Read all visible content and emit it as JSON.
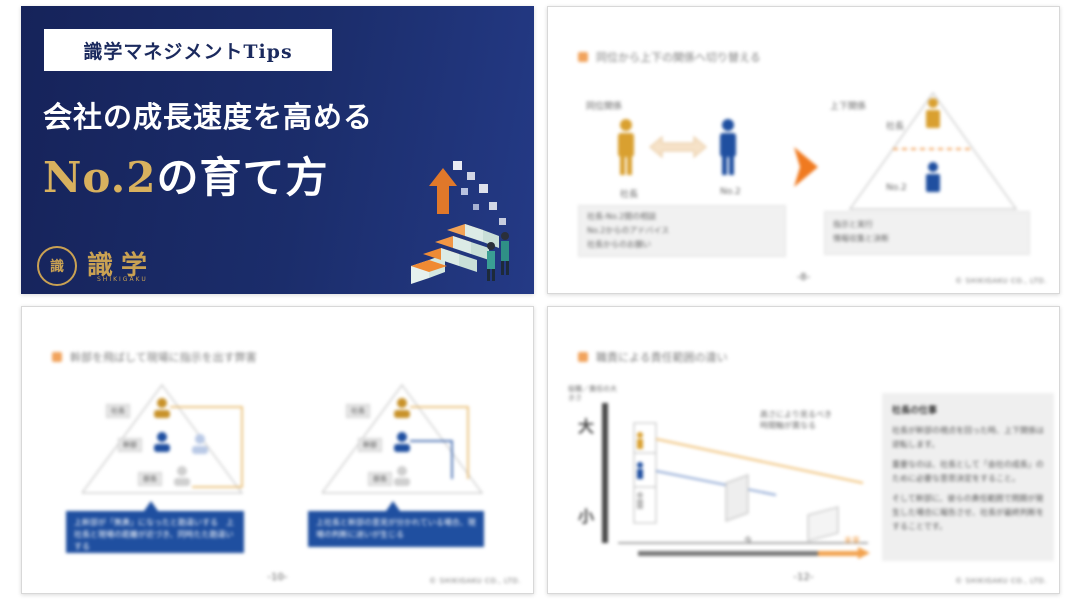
{
  "cover": {
    "tag": "識学マネジメントTips",
    "title_line1": "会社の成長速度を高める",
    "title_highlight": "No.2",
    "title_rest": "の育て方",
    "logo_seal": "識",
    "logo_text": "識学",
    "logo_sub": "SHIKIGAKU",
    "colors": {
      "background": "#1b2d6b",
      "gold": "#d8b15e"
    }
  },
  "slide8": {
    "heading": "同位から上下の関係へ切り替える",
    "left_label": "同位関係",
    "right_label": "上下関係",
    "left_person1": "社長",
    "left_person2": "No.2",
    "right_person1": "社長",
    "right_person2": "No.2",
    "left_bullets": [
      "社長-No.2間の相談",
      "No.2からのアドバイス",
      "社長からのお願い"
    ],
    "right_bullets": [
      "指示と実行",
      "情報収集と決断"
    ],
    "page": "-8-",
    "copyright": "© SHIKIGAKU CO., LTD."
  },
  "slide10": {
    "heading": "幹部を飛ばして現場に指示を出す弊害",
    "tags_left": [
      "社長",
      "幹部",
      "部長"
    ],
    "tags_right": [
      "社長",
      "幹部",
      "部長"
    ],
    "box_left": "上幹部が「無責」になったと勘違いする　上社長と現場の距離が近づき、同時たた勘違いする",
    "box_right": "上社長と幹部の意見が分かれている場合、現場の判断に迷いが生じる",
    "page": "-10-",
    "copyright": "© SHIKIGAKU CO., LTD."
  },
  "slide12": {
    "heading": "職責による責任範囲の違い",
    "y_axis_label": "役職／責任の大きさ",
    "y_big": "大",
    "y_small": "小",
    "annotation": "高さにより見るべき時間軸が異なる",
    "x_now": "今",
    "x_future": "未来",
    "panel_title": "社長の仕事",
    "panel_paragraphs": [
      "社長が幹部の視点を回った時、上下関係は逆転します。",
      "重要なのは、社長として「会社の成長」のために必要な意思決定をすること。",
      "そして幹部に、彼らの責任範囲で問題が発生した場合に報告させ、社長が最終判断をすることです。"
    ],
    "page": "-12-",
    "copyright": "© SHIKIGAKU CO., LTD."
  }
}
